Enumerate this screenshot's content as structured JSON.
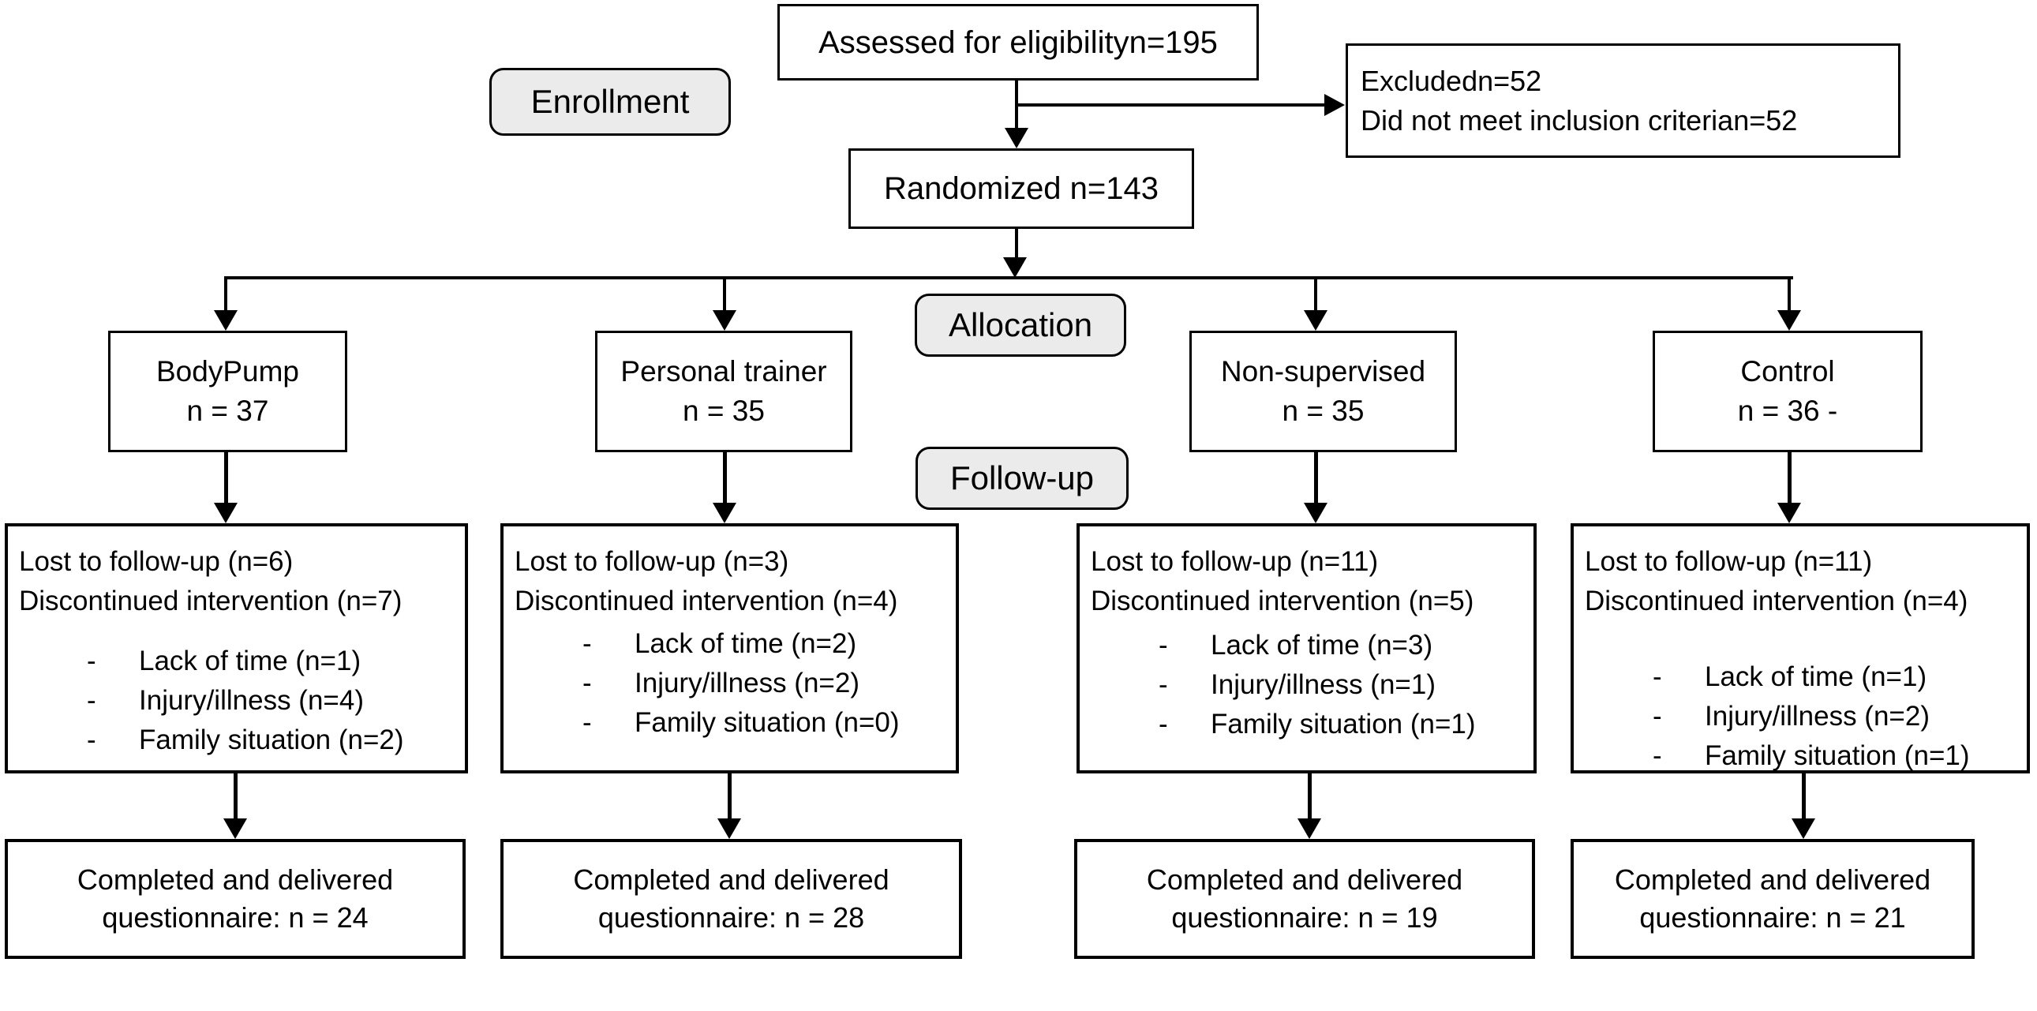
{
  "colors": {
    "line": "#000000",
    "stage_pill_fill": "#ebebeb",
    "background": "#ffffff"
  },
  "stage_labels": {
    "enrollment": "Enrollment",
    "allocation": "Allocation",
    "followup": "Follow-up"
  },
  "assessed_box": {
    "text": "Assessed for eligibilityn=195"
  },
  "excluded_box": {
    "line1": "Excludedn=52",
    "line2": "Did not meet inclusion criterian=52"
  },
  "randomized_box": {
    "text": "Randomized n=143"
  },
  "bullet_char": "-",
  "groups": [
    {
      "name": "BodyPump",
      "n": "n = 37",
      "lost": "Lost to follow-up (n=6)",
      "discontinued": "Discontinued intervention (n=7)",
      "reasons": [
        "Lack of time (n=1)",
        "Injury/illness (n=4)",
        "Family situation (n=2)"
      ],
      "completed1": "Completed and delivered",
      "completed2": "questionnaire: n = 24"
    },
    {
      "name": "Personal trainer",
      "n": "n = 35",
      "lost": "Lost to follow-up (n=3)",
      "discontinued": "Discontinued intervention (n=4)",
      "reasons": [
        "Lack of time (n=2)",
        "Injury/illness (n=2)",
        "Family situation (n=0)"
      ],
      "completed1": "Completed and delivered",
      "completed2": "questionnaire: n = 28"
    },
    {
      "name": "Non-supervised",
      "n": "n = 35",
      "lost": "Lost to follow-up (n=11)",
      "discontinued": "Discontinued intervention (n=5)",
      "reasons": [
        "Lack of time (n=3)",
        "Injury/illness (n=1)",
        "Family situation (n=1)"
      ],
      "completed1": "Completed and delivered",
      "completed2": "questionnaire: n = 19"
    },
    {
      "name": "Control",
      "n": "n = 36 -",
      "lost": "Lost to follow-up (n=11)",
      "discontinued": "Discontinued intervention (n=4)",
      "reasons": [
        "Lack of time (n=1)",
        "Injury/illness (n=2)",
        "Family situation (n=1)"
      ],
      "completed1": "Completed and delivered",
      "completed2": "questionnaire: n = 21"
    }
  ]
}
